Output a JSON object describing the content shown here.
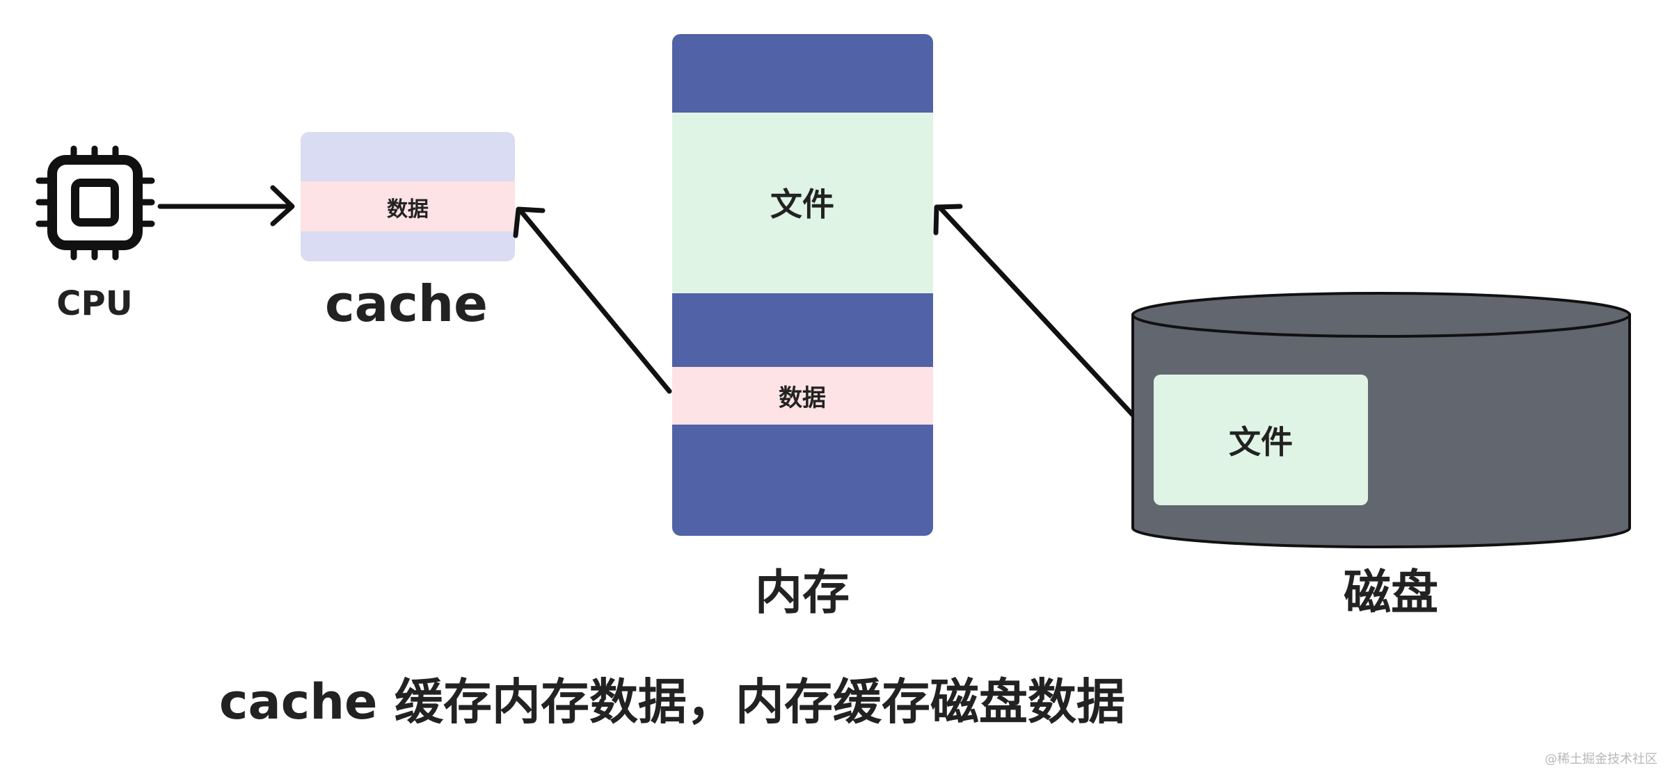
{
  "cpu": {
    "label": "CPU",
    "icon": "cpu-chip-icon"
  },
  "cache": {
    "label": "cache",
    "data_label": "数据"
  },
  "memory": {
    "label": "内存",
    "file_label": "文件",
    "data_label": "数据"
  },
  "disk": {
    "label": "磁盘",
    "file_label": "文件",
    "icon": "disk-cylinder-icon"
  },
  "caption": "cache 缓存内存数据，内存缓存磁盘数据",
  "watermark": "@稀土掘金技术社区",
  "colors": {
    "memory_block": "#5262a6",
    "cache_block": "#d9dcf2",
    "data_highlight": "#fde3e5",
    "file_highlight": "#dff4e5",
    "disk_body": "#62666f",
    "stroke": "#111111",
    "text": "#222222"
  }
}
